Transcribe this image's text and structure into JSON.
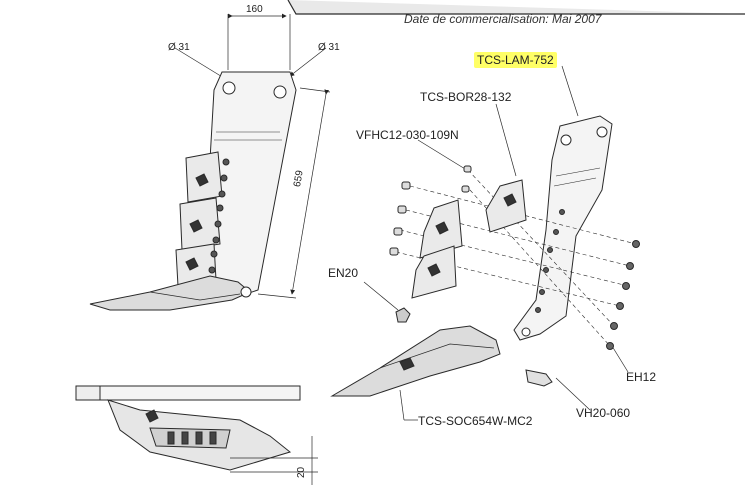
{
  "header": {
    "date_text": "Date de commercialisation: Mai 2007"
  },
  "dimensions": {
    "width_top": "160",
    "hole_left": "Ø 31",
    "hole_right": "Ø 31",
    "height": "659",
    "thickness": "20"
  },
  "parts": {
    "blade": "TCS-LAM-752",
    "wear_plate": "TCS-BOR28-132",
    "bolt": "VFHC12-030-109N",
    "nut_en": "EN20",
    "nut_eh": "EH12",
    "share": "TCS-SOC654W-MC2",
    "pin": "VH20-060"
  },
  "colors": {
    "highlight": "#ffff66",
    "line": "#2a2a2a"
  }
}
